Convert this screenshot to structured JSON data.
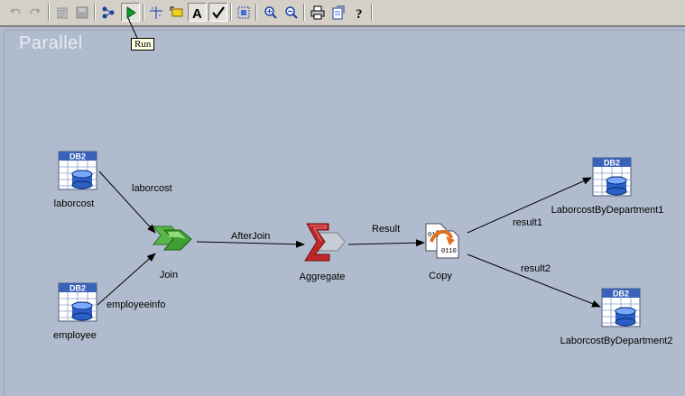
{
  "toolbar": {
    "tooltip": "Run",
    "buttons": [
      {
        "name": "undo-icon"
      },
      {
        "name": "redo-icon"
      },
      {
        "name": "compile-icon"
      },
      {
        "name": "save-icon"
      },
      {
        "name": "link-icon"
      },
      {
        "name": "run-icon"
      },
      {
        "name": "grid-icon"
      },
      {
        "name": "snap-icon"
      },
      {
        "name": "annotation-icon"
      },
      {
        "name": "validate-icon"
      },
      {
        "name": "select-icon"
      },
      {
        "name": "zoom-in-icon"
      },
      {
        "name": "zoom-out-icon"
      },
      {
        "name": "print-icon"
      },
      {
        "name": "properties-icon"
      },
      {
        "name": "help-icon"
      }
    ]
  },
  "canvas": {
    "title": "Parallel"
  },
  "db_badge": "DB2",
  "nodes": {
    "laborcost": {
      "label": "laborcost"
    },
    "employee": {
      "label": "employee"
    },
    "join": {
      "label": "Join"
    },
    "aggregate": {
      "label": "Aggregate"
    },
    "copy": {
      "label": "Copy"
    },
    "out1": {
      "label": "LaborcostByDepartment1"
    },
    "out2": {
      "label": "LaborcostByDepartment2"
    }
  },
  "links": {
    "laborcost": "laborcost",
    "employeeinfo": "employeeinfo",
    "afterjoin": "AfterJoin",
    "result": "Result",
    "result1": "result1",
    "result2": "result2"
  },
  "copy_bits": [
    "011",
    "0110"
  ]
}
